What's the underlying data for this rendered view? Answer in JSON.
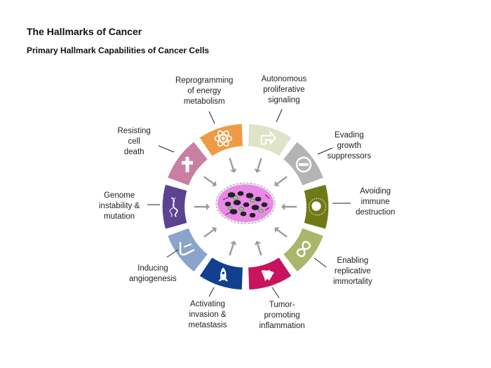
{
  "title": "The Hallmarks of Cancer",
  "subtitle": "Primary Hallmark Capabilities of Cancer Cells",
  "hallmarks": [
    {
      "label": "Autonomous\nproliferative\nsignaling",
      "color": "#dfe3c8",
      "icon": "arrow-sign-icon"
    },
    {
      "label": "Evading\ngrowth\nsuppressors",
      "color": "#b4b4b4",
      "icon": "no-entry-icon"
    },
    {
      "label": "Avoiding\nimmune\ndestruction",
      "color": "#6f7a15",
      "icon": "immune-cell-icon"
    },
    {
      "label": "Enabling\nreplicative\nimmortality",
      "color": "#aab76a",
      "icon": "infinity-icon"
    },
    {
      "label": "Tumor-\npromoting\ninflammation",
      "color": "#c8135e",
      "icon": "flame-icon"
    },
    {
      "label": "Activating\ninvasion &\nmetastasis",
      "color": "#123f90",
      "icon": "rocket-icon"
    },
    {
      "label": "Inducing\nangiogenesis",
      "color": "#8aa4cc",
      "icon": "blood-vessel-icon"
    },
    {
      "label": "Genome\ninstability &\nmutation",
      "color": "#5b4392",
      "icon": "dna-icon"
    },
    {
      "label": "Resisting\ncell\ndeath",
      "color": "#c87fa2",
      "icon": "cross-icon"
    },
    {
      "label": "Reprogramming\nof energy\nmetabolism",
      "color": "#ef9a44",
      "icon": "atom-icon"
    }
  ]
}
